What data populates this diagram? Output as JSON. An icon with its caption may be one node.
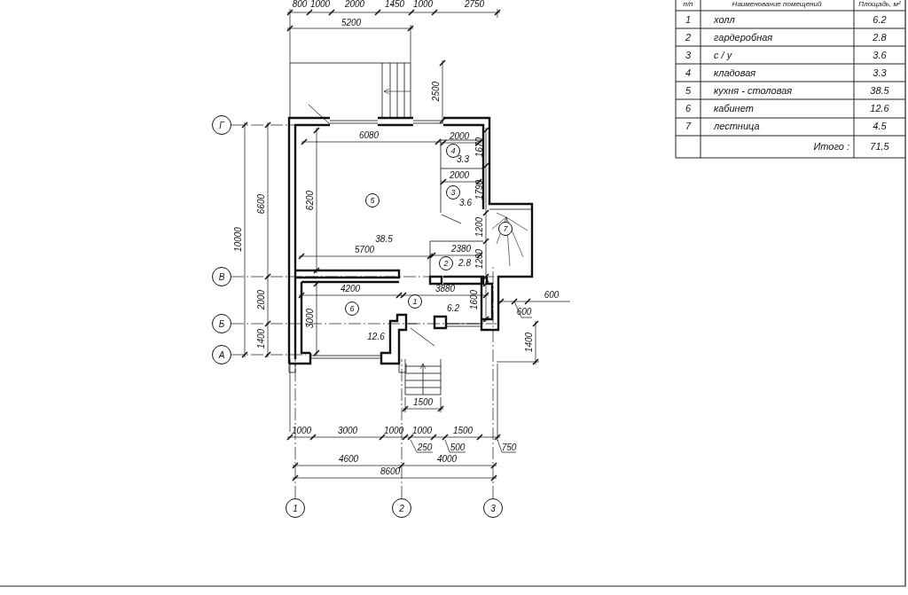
{
  "diagram": {
    "nodes": [
      {
        "text": [
          "Г"
        ]
      },
      {
        "text": [
          "В"
        ]
      },
      {
        "text": [
          "Б"
        ]
      },
      {
        "text": [
          "А"
        ]
      },
      {
        "text": [
          "1"
        ]
      },
      {
        "text": [
          "2"
        ]
      },
      {
        "text": [
          "3"
        ]
      },
      {
        "text": [
          "4"
        ]
      },
      {
        "text": [
          "3"
        ]
      },
      {
        "text": [
          "5"
        ]
      },
      {
        "text": [
          "7"
        ]
      },
      {
        "text": [
          "2"
        ]
      },
      {
        "text": [
          "1"
        ]
      },
      {
        "text": [
          "6"
        ]
      }
    ],
    "labels": [
      "800",
      "1000",
      "2000",
      "1450",
      "1000",
      "2750",
      "5200",
      "2500",
      "п/п",
      "Наименование помещений",
      "Площадь, м²",
      "1",
      "холл",
      "6.2",
      "2",
      "гардеробная",
      "2.8",
      "3",
      "с / у",
      "3.6",
      "4",
      "кладовая",
      "3.3",
      "5",
      "кухня - столовая",
      "38.5",
      "6",
      "кабинет",
      "12.6",
      "7",
      "лестница",
      "4.5",
      "Итого :",
      "71.5",
      "6080",
      "2000",
      "1670",
      "3.3",
      "2000",
      "1790",
      "3.6",
      "6600",
      "6200",
      "1200",
      "10000",
      "38.5",
      "5700",
      "2380",
      "2.8",
      "1200",
      "4200",
      "3880",
      "600",
      "2000",
      "1600",
      "6.2",
      "600",
      "3000",
      "12.6",
      "1400",
      "1400",
      "1500",
      "1000",
      "3000",
      "1000",
      "1000",
      "1500",
      "250",
      "500",
      "750",
      "4600",
      "4000",
      "8600"
    ]
  }
}
